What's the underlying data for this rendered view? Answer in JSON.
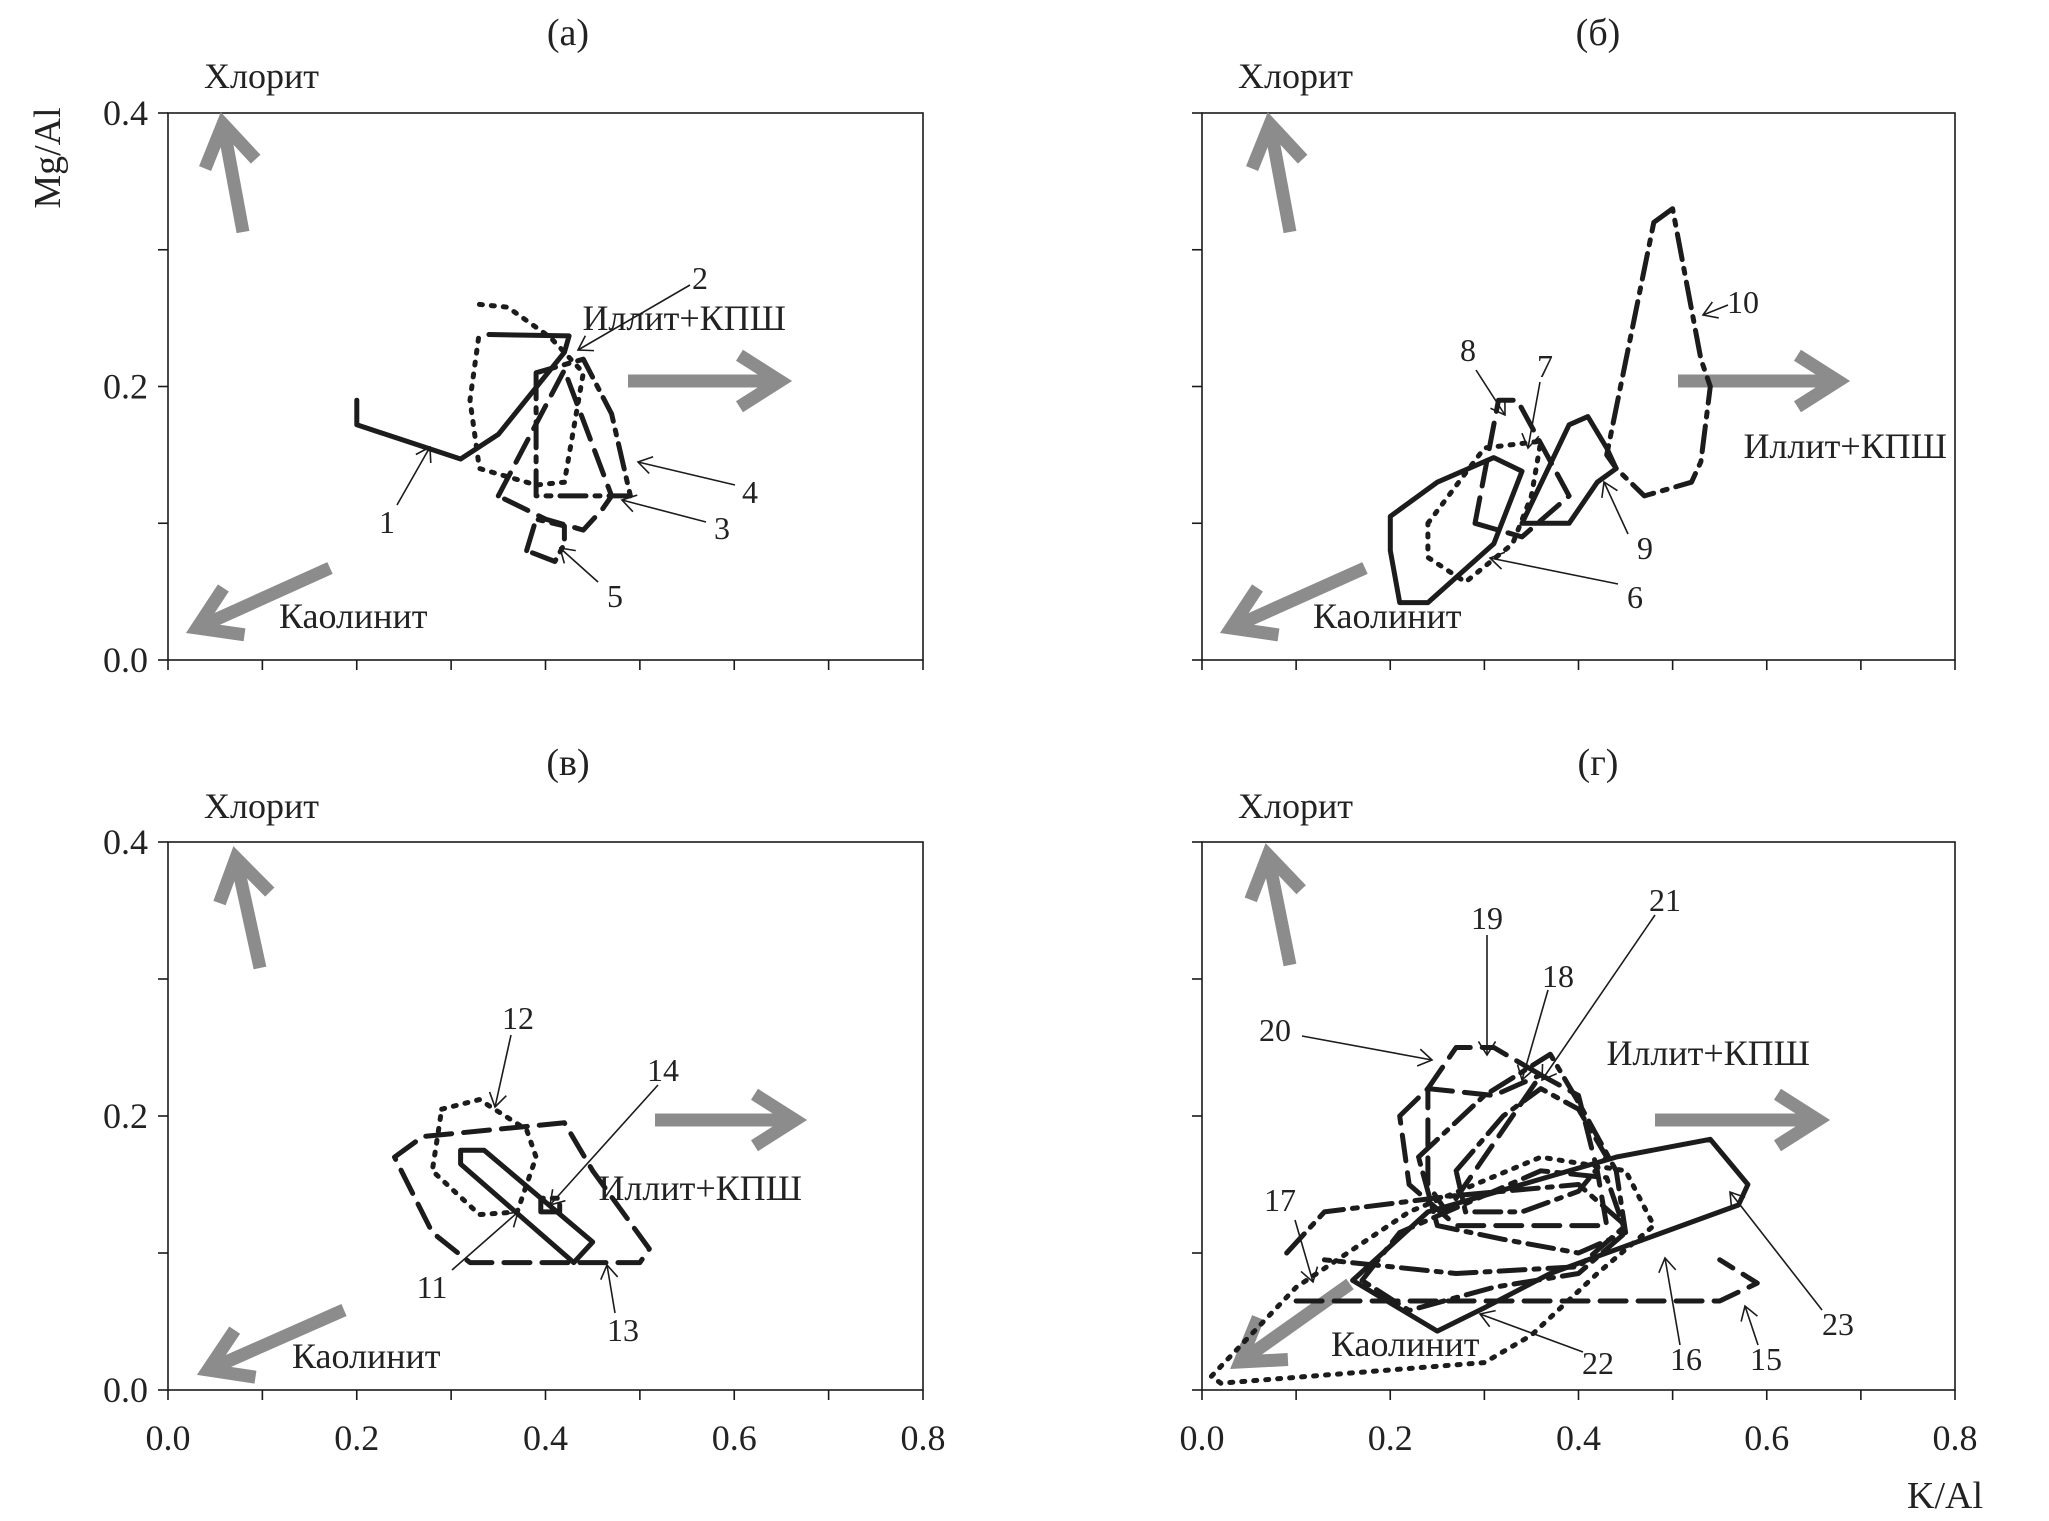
{
  "axes": {
    "xlabel": "K/Al",
    "ylabel": "Mg/Al",
    "xlim": [
      0.0,
      0.8
    ],
    "ylim": [
      0.0,
      0.4
    ],
    "x_ticks": [
      "0.0",
      "0.2",
      "0.4",
      "0.6",
      "0.8"
    ],
    "y_ticks": [
      "0.0",
      "0.2",
      "0.4"
    ]
  },
  "minerals": {
    "chlorite": "Хлорит",
    "kaolinite": "Каолинит",
    "illite": "Иллит+КПШ"
  },
  "chart_data": [
    {
      "type": "line",
      "title": "(а)",
      "xlim": [
        0.0,
        0.8
      ],
      "ylim": [
        0.0,
        0.4
      ],
      "series": [
        {
          "name": "1",
          "style": "solid",
          "points": [
            [
              0.2,
              0.19
            ],
            [
              0.2,
              0.172
            ],
            [
              0.31,
              0.147
            ],
            [
              0.35,
              0.165
            ],
            [
              0.42,
              0.225
            ],
            [
              0.425,
              0.237
            ],
            [
              0.34,
              0.238
            ]
          ]
        },
        {
          "name": "2",
          "style": "dotted",
          "points": [
            [
              0.33,
              0.26
            ],
            [
              0.36,
              0.258
            ],
            [
              0.405,
              0.236
            ],
            [
              0.42,
              0.225
            ],
            [
              0.44,
              0.21
            ],
            [
              0.42,
              0.13
            ],
            [
              0.39,
              0.128
            ],
            [
              0.33,
              0.14
            ],
            [
              0.32,
              0.19
            ],
            [
              0.33,
              0.24
            ]
          ]
        },
        {
          "name": "3",
          "style": "dashed",
          "points": [
            [
              0.35,
              0.12
            ],
            [
              0.42,
              0.212
            ],
            [
              0.47,
              0.12
            ],
            [
              0.46,
              0.11
            ],
            [
              0.44,
              0.095
            ],
            [
              0.4,
              0.103
            ],
            [
              0.35,
              0.12
            ]
          ]
        },
        {
          "name": "4",
          "style": "dashdot",
          "points": [
            [
              0.39,
              0.21
            ],
            [
              0.39,
              0.12
            ],
            [
              0.49,
              0.12
            ],
            [
              0.47,
              0.18
            ],
            [
              0.44,
              0.22
            ],
            [
              0.39,
              0.21
            ]
          ]
        },
        {
          "name": "5",
          "style": "dashdot",
          "points": [
            [
              0.38,
              0.08
            ],
            [
              0.39,
              0.103
            ],
            [
              0.42,
              0.098
            ],
            [
              0.42,
              0.085
            ],
            [
              0.41,
              0.072
            ],
            [
              0.38,
              0.08
            ]
          ]
        }
      ],
      "annotations": [
        "1",
        "2",
        "3",
        "4",
        "5"
      ]
    },
    {
      "type": "line",
      "title": "(б)",
      "xlim": [
        0.0,
        0.8
      ],
      "ylim": [
        0.0,
        0.4
      ],
      "series": [
        {
          "name": "6",
          "style": "solid",
          "points": [
            [
              0.2,
              0.105
            ],
            [
              0.25,
              0.13
            ],
            [
              0.31,
              0.148
            ],
            [
              0.34,
              0.138
            ],
            [
              0.31,
              0.085
            ],
            [
              0.24,
              0.042
            ],
            [
              0.21,
              0.042
            ],
            [
              0.2,
              0.08
            ],
            [
              0.2,
              0.105
            ]
          ]
        },
        {
          "name": "7",
          "style": "dotted",
          "points": [
            [
              0.24,
              0.1
            ],
            [
              0.3,
              0.155
            ],
            [
              0.36,
              0.16
            ],
            [
              0.35,
              0.12
            ],
            [
              0.33,
              0.085
            ],
            [
              0.28,
              0.057
            ],
            [
              0.24,
              0.075
            ],
            [
              0.24,
              0.1
            ]
          ]
        },
        {
          "name": "8",
          "style": "dashed",
          "points": [
            [
              0.29,
              0.1
            ],
            [
              0.315,
              0.19
            ],
            [
              0.335,
              0.19
            ],
            [
              0.39,
              0.12
            ],
            [
              0.34,
              0.09
            ],
            [
              0.29,
              0.1
            ]
          ]
        },
        {
          "name": "9",
          "style": "solid",
          "points": [
            [
              0.34,
              0.1
            ],
            [
              0.39,
              0.172
            ],
            [
              0.41,
              0.178
            ],
            [
              0.43,
              0.155
            ],
            [
              0.44,
              0.14
            ],
            [
              0.42,
              0.13
            ],
            [
              0.39,
              0.1
            ],
            [
              0.34,
              0.1
            ]
          ]
        },
        {
          "name": "10",
          "style": "dashdot",
          "points": [
            [
              0.48,
              0.32
            ],
            [
              0.5,
              0.33
            ],
            [
              0.53,
              0.22
            ],
            [
              0.54,
              0.2
            ],
            [
              0.53,
              0.145
            ],
            [
              0.52,
              0.13
            ],
            [
              0.47,
              0.12
            ],
            [
              0.44,
              0.14
            ],
            [
              0.43,
              0.15
            ],
            [
              0.48,
              0.32
            ]
          ]
        }
      ],
      "annotations": [
        "6",
        "7",
        "8",
        "9",
        "10"
      ]
    },
    {
      "type": "line",
      "title": "(в)",
      "xlim": [
        0.0,
        0.8
      ],
      "ylim": [
        0.0,
        0.4
      ],
      "series": [
        {
          "name": "11",
          "style": "solid",
          "points": [
            [
              0.31,
              0.175
            ],
            [
              0.335,
              0.175
            ],
            [
              0.45,
              0.108
            ],
            [
              0.43,
              0.093
            ],
            [
              0.31,
              0.165
            ],
            [
              0.31,
              0.175
            ]
          ]
        },
        {
          "name": "12",
          "style": "dotted",
          "points": [
            [
              0.29,
              0.205
            ],
            [
              0.33,
              0.212
            ],
            [
              0.38,
              0.19
            ],
            [
              0.39,
              0.17
            ],
            [
              0.37,
              0.13
            ],
            [
              0.33,
              0.128
            ],
            [
              0.28,
              0.16
            ],
            [
              0.29,
              0.205
            ]
          ]
        },
        {
          "name": "13",
          "style": "dashed",
          "points": [
            [
              0.24,
              0.17
            ],
            [
              0.27,
              0.185
            ],
            [
              0.42,
              0.195
            ],
            [
              0.45,
              0.16
            ],
            [
              0.51,
              0.103
            ],
            [
              0.5,
              0.093
            ],
            [
              0.32,
              0.093
            ],
            [
              0.28,
              0.115
            ],
            [
              0.24,
              0.17
            ]
          ]
        },
        {
          "name": "14",
          "style": "dashdot",
          "points": [
            [
              0.395,
              0.13
            ],
            [
              0.415,
              0.13
            ],
            [
              0.415,
              0.14
            ],
            [
              0.395,
              0.14
            ],
            [
              0.395,
              0.13
            ]
          ]
        }
      ],
      "annotations": [
        "11",
        "12",
        "13",
        "14"
      ]
    },
    {
      "type": "line",
      "title": "(г)",
      "xlim": [
        0.0,
        0.8
      ],
      "ylim": [
        0.0,
        0.4
      ],
      "series": [
        {
          "name": "15",
          "style": "dashed",
          "points": [
            [
              0.1,
              0.065
            ],
            [
              0.55,
              0.065
            ],
            [
              0.59,
              0.078
            ],
            [
              0.55,
              0.095
            ]
          ]
        },
        {
          "name": "16",
          "style": "dotted",
          "points": [
            [
              0.01,
              0.01
            ],
            [
              0.1,
              0.075
            ],
            [
              0.22,
              0.13
            ],
            [
              0.36,
              0.17
            ],
            [
              0.45,
              0.16
            ],
            [
              0.48,
              0.12
            ],
            [
              0.42,
              0.085
            ],
            [
              0.35,
              0.04
            ],
            [
              0.3,
              0.02
            ],
            [
              0.02,
              0.005
            ],
            [
              0.01,
              0.01
            ]
          ]
        },
        {
          "name": "17",
          "style": "dashdot",
          "points": [
            [
              0.09,
              0.1
            ],
            [
              0.13,
              0.13
            ],
            [
              0.27,
              0.142
            ],
            [
              0.4,
              0.15
            ],
            [
              0.45,
              0.12
            ],
            [
              0.4,
              0.09
            ],
            [
              0.27,
              0.085
            ],
            [
              0.13,
              0.095
            ]
          ]
        },
        {
          "name": "18",
          "style": "dashdot",
          "points": [
            [
              0.23,
              0.17
            ],
            [
              0.3,
              0.215
            ],
            [
              0.37,
              0.245
            ],
            [
              0.4,
              0.21
            ],
            [
              0.44,
              0.16
            ],
            [
              0.45,
              0.115
            ],
            [
              0.4,
              0.1
            ],
            [
              0.32,
              0.11
            ],
            [
              0.25,
              0.12
            ],
            [
              0.23,
              0.17
            ]
          ]
        },
        {
          "name": "19",
          "style": "dashed",
          "points": [
            [
              0.21,
              0.2
            ],
            [
              0.24,
              0.22
            ],
            [
              0.31,
              0.215
            ],
            [
              0.36,
              0.23
            ],
            [
              0.4,
              0.215
            ],
            [
              0.42,
              0.16
            ],
            [
              0.43,
              0.12
            ],
            [
              0.35,
              0.12
            ],
            [
              0.27,
              0.12
            ],
            [
              0.22,
              0.15
            ],
            [
              0.21,
              0.2
            ]
          ]
        },
        {
          "name": "20",
          "style": "dashed",
          "points": [
            [
              0.24,
              0.22
            ],
            [
              0.27,
              0.25
            ],
            [
              0.31,
              0.25
            ],
            [
              0.36,
              0.23
            ],
            [
              0.33,
              0.2
            ],
            [
              0.26,
              0.13
            ],
            [
              0.24,
              0.15
            ],
            [
              0.24,
              0.22
            ]
          ]
        },
        {
          "name": "21",
          "style": "dashdot",
          "points": [
            [
              0.27,
              0.16
            ],
            [
              0.32,
              0.2
            ],
            [
              0.36,
              0.22
            ],
            [
              0.4,
              0.205
            ],
            [
              0.43,
              0.17
            ],
            [
              0.4,
              0.145
            ],
            [
              0.34,
              0.13
            ],
            [
              0.28,
              0.13
            ],
            [
              0.27,
              0.16
            ]
          ]
        },
        {
          "name": "22",
          "style": "dashdot",
          "points": [
            [
              0.17,
              0.08
            ],
            [
              0.21,
              0.115
            ],
            [
              0.31,
              0.145
            ],
            [
              0.36,
              0.16
            ],
            [
              0.43,
              0.155
            ],
            [
              0.45,
              0.115
            ],
            [
              0.4,
              0.085
            ],
            [
              0.31,
              0.075
            ],
            [
              0.22,
              0.058
            ],
            [
              0.17,
              0.08
            ]
          ]
        },
        {
          "name": "23",
          "style": "solid",
          "points": [
            [
              0.16,
              0.08
            ],
            [
              0.24,
              0.13
            ],
            [
              0.44,
              0.17
            ],
            [
              0.54,
              0.183
            ],
            [
              0.58,
              0.15
            ],
            [
              0.57,
              0.135
            ],
            [
              0.37,
              0.085
            ],
            [
              0.3,
              0.06
            ],
            [
              0.25,
              0.043
            ],
            [
              0.16,
              0.08
            ]
          ]
        }
      ],
      "annotations": [
        "15",
        "16",
        "17",
        "18",
        "19",
        "20",
        "21",
        "22",
        "23"
      ]
    }
  ]
}
